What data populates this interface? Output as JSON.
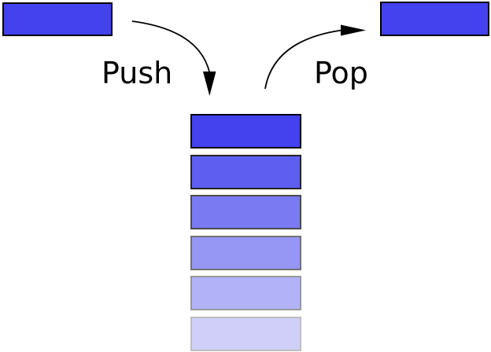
{
  "labels": {
    "push": "Push",
    "pop": "Pop"
  },
  "colors": {
    "background": "#ffffff",
    "block_fill": "#4242ee",
    "block_border": "#000000",
    "arrow": "#000000",
    "label_text": "#000000"
  },
  "incoming_block": {
    "description": "new item block outside stack, top left"
  },
  "outgoing_block": {
    "description": "popped item block outside stack, top right"
  },
  "stack": {
    "levels": 6,
    "opacities": [
      1.0,
      0.85,
      0.7,
      0.55,
      0.4,
      0.25
    ],
    "items": [
      {
        "style": "opacity:1"
      },
      {
        "style": "opacity:0.85"
      },
      {
        "style": "opacity:0.7"
      },
      {
        "style": "opacity:0.55"
      },
      {
        "style": "opacity:0.4"
      },
      {
        "style": "opacity:0.25"
      }
    ]
  }
}
